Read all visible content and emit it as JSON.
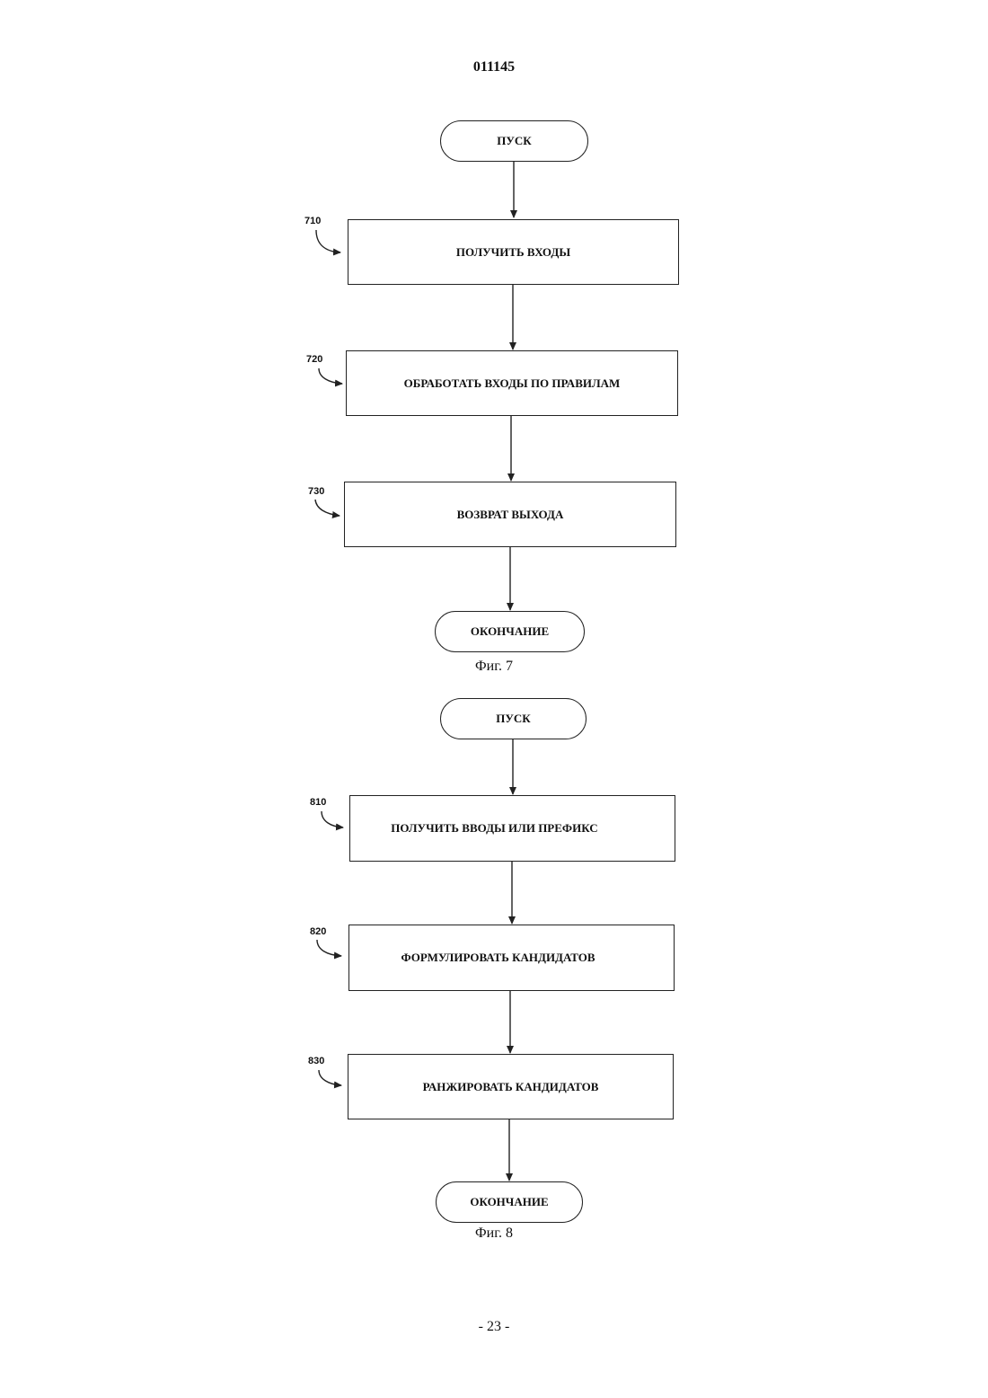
{
  "header": {
    "doc_number": "011145"
  },
  "fig7": {
    "start": "ПУСК",
    "steps": [
      {
        "ref": "710",
        "label": "ПОЛУЧИТЬ ВХОДЫ"
      },
      {
        "ref": "720",
        "label": "ОБРАБОТАТЬ ВХОДЫ ПО ПРАВИЛАМ"
      },
      {
        "ref": "730",
        "label": "ВОЗВРАТ ВЫХОДА"
      }
    ],
    "end": "ОКОНЧАНИЕ",
    "caption": "Фиг. 7"
  },
  "fig8": {
    "start": "ПУСК",
    "steps": [
      {
        "ref": "810",
        "label": "ПОЛУЧИТЬ ВВОДЫ ИЛИ ПРЕФИКС"
      },
      {
        "ref": "820",
        "label": "ФОРМУЛИРОВАТЬ КАНДИДАТОВ"
      },
      {
        "ref": "830",
        "label": "РАНЖИРОВАТЬ КАНДИДАТОВ"
      }
    ],
    "end": "ОКОНЧАНИЕ",
    "caption": "Фиг. 8"
  },
  "footer": {
    "page_number": "- 23 -"
  }
}
